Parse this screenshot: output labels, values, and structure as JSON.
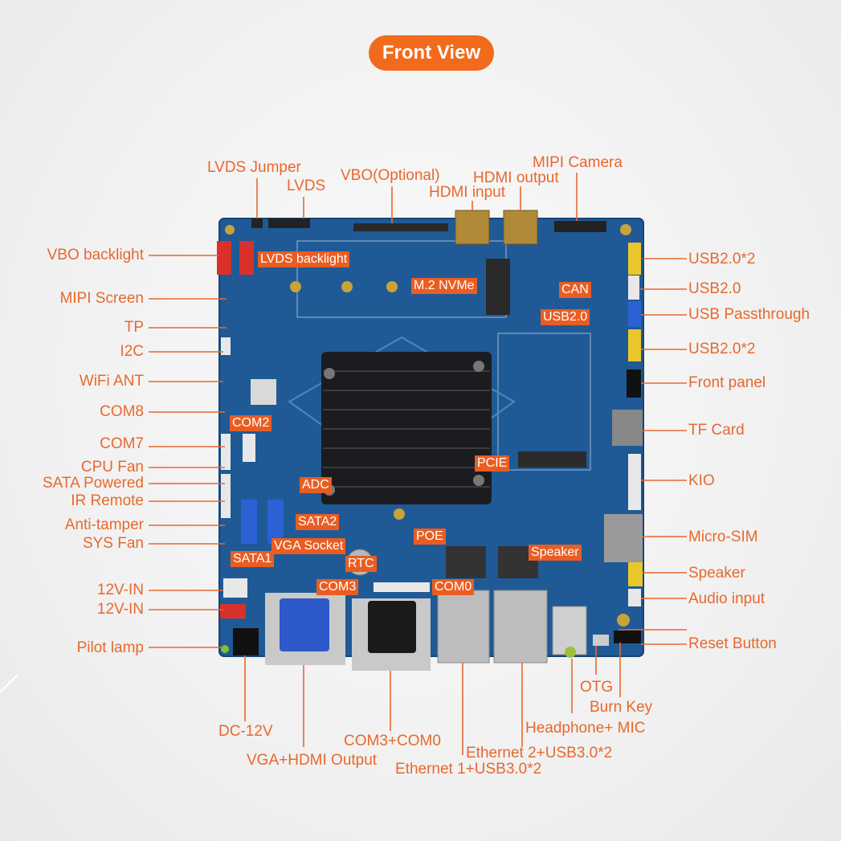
{
  "title": "Front View",
  "colors": {
    "accent": "#f26a1b",
    "label": "#e8682d",
    "board": "#1f5a96",
    "heatsink": "#1b1c20"
  },
  "left_labels": [
    "VBO backlight",
    "MIPI Screen",
    "TP",
    "I2C",
    "WiFi ANT",
    "COM8",
    "COM7",
    "CPU Fan",
    "SATA Powered",
    "IR Remote",
    "Anti-tamper",
    "SYS Fan",
    "12V-IN",
    "12V-IN",
    "Pilot lamp"
  ],
  "right_labels": [
    "USB2.0*2",
    "USB2.0",
    "USB Passthrough",
    "USB2.0*2",
    "Front panel",
    "TF Card",
    "KIO",
    "Micro-SIM",
    "Speaker",
    "Audio input",
    "Reset Button"
  ],
  "top_labels": [
    "LVDS Jumper",
    "LVDS",
    "VBO(Optional)",
    "HDMI output",
    "HDMI input",
    "MIPI Camera"
  ],
  "bottom_labels": [
    "DC-12V",
    "VGA+HDMI Output",
    "COM3+COM0",
    "Ethernet 2+USB3.0*2",
    "Ethernet 1+USB3.0*2",
    "Headphone+ MIC",
    "OTG",
    "Burn Key"
  ],
  "board_tags": [
    "LVDS backlight",
    "M.2 NVMe",
    "CAN",
    "USB2.0",
    "COM2",
    "ADC",
    "PCIE",
    "SATA2",
    "SATA1",
    "VGA Socket",
    "RTC",
    "POE",
    "Speaker",
    "COM3",
    "COM0"
  ]
}
